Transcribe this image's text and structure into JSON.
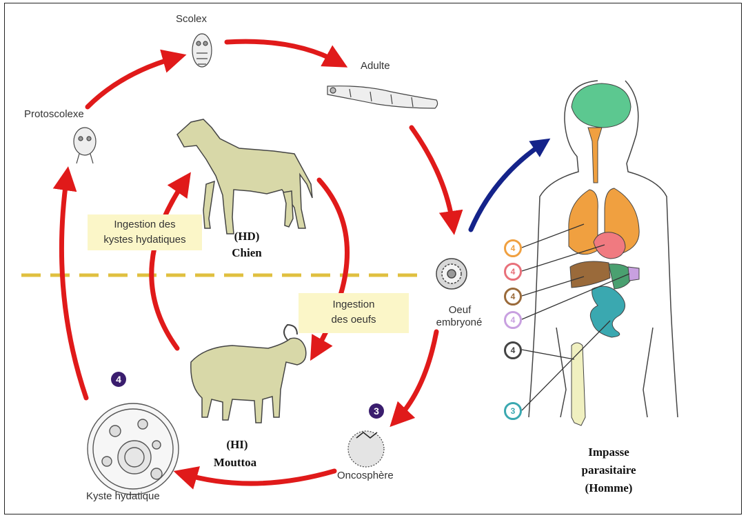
{
  "labels": {
    "scolex": "Scolex",
    "adulte": "Adulte",
    "protoscolexe": "Protoscolexe",
    "oeuf_line1": "Oeuf",
    "oeuf_line2": "embryoné",
    "oncosphere": "Oncosphère",
    "kyste": "Kyste hydatique"
  },
  "hosts": {
    "dog_code": "(HD)",
    "dog_name": "Chien",
    "sheep_code": "(HI)",
    "sheep_name": "Mouttoa"
  },
  "notes": {
    "kystes_line1": "Ingestion des",
    "kystes_line2": "kystes hydatiques",
    "oeufs_line1": "Ingestion",
    "oeufs_line2": "des oeufs"
  },
  "human": {
    "line1": "Impasse",
    "line2": "parasitaire",
    "line3": "(Homme)"
  },
  "badges": {
    "stage3": "3",
    "stage4": "4"
  },
  "organ_badges": [
    {
      "value": "4",
      "color": "#f0a040"
    },
    {
      "value": "4",
      "color": "#e8707a"
    },
    {
      "value": "4",
      "color": "#9a6a3a"
    },
    {
      "value": "4",
      "color": "#c8a0e0"
    },
    {
      "value": "4",
      "color": "#444444"
    },
    {
      "value": "3",
      "color": "#3aa8b0"
    }
  ],
  "colors": {
    "cycle_arrow": "#e01a1a",
    "human_arrow": "#14238a",
    "dashed_line": "#e0c040",
    "note_bg": "#fbf6c8",
    "badge": "#3a1d6e",
    "animal": "#d8d8a8",
    "brain": "#5cc890",
    "lungs": "#f0a040",
    "liver": "#9a6a3a",
    "heart": "#f07a80",
    "intestine": "#3aa8b0",
    "stomach": "#4aa070",
    "bone": "#f0f0c0"
  }
}
